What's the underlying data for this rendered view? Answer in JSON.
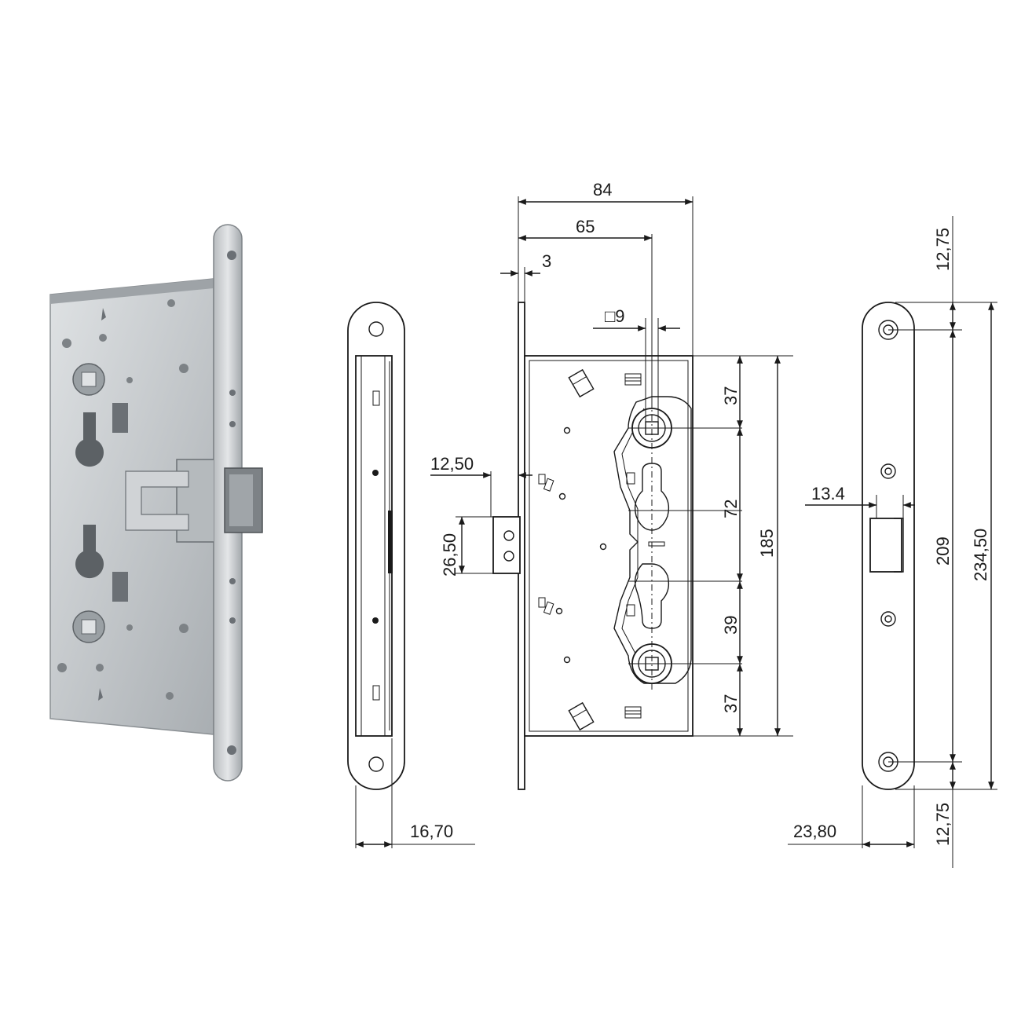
{
  "figure": {
    "views": [
      "photo",
      "side",
      "front",
      "faceplate"
    ]
  },
  "dimensions": {
    "width_total": "84",
    "backset": "65",
    "faceplate_thickness": "3",
    "square_spindle": "□9",
    "bolt_offset": "12,50",
    "bolt_height": "26,50",
    "faceplate_width_side": "16,70",
    "spindle_top_to_case": "37",
    "spindle_to_cylinder": "72",
    "cylinder_to_cylinder": "39",
    "spindle_bottom_to_case": "37",
    "case_height": "185",
    "latch_offset": "13.4",
    "screw_spacing": "209",
    "faceplate_length": "234,50",
    "screw_edge_top": "12,75",
    "screw_edge_bottom": "12,75",
    "faceplate_width": "23,80"
  },
  "colors": {
    "line": "#1a1a1a",
    "photo_metal": "#c9cdd0",
    "photo_dark": "#6b7075"
  }
}
